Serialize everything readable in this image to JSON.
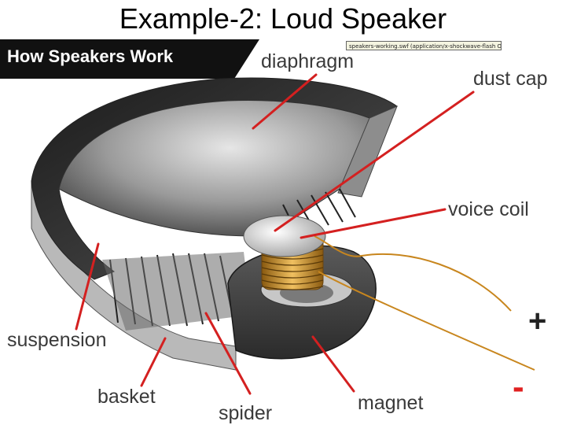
{
  "slide": {
    "title": "Example-2: Loud Speaker"
  },
  "figure": {
    "banner": "How Speakers Work",
    "tooltip": "speakers-working.swf (application/x-shockwave-flash Object)",
    "labels": {
      "diaphragm": "diaphragm",
      "dust_cap": "dust cap",
      "voice_coil": "voice coil",
      "suspension": "suspension",
      "basket": "basket",
      "spider": "spider",
      "magnet": "magnet"
    },
    "terminals": {
      "positive": "+",
      "negative": "-"
    },
    "colors": {
      "leader_line": "#d42020",
      "banner_bg": "#111111",
      "coil_copper": "#c8861e",
      "minus_sign": "#e02020"
    }
  }
}
